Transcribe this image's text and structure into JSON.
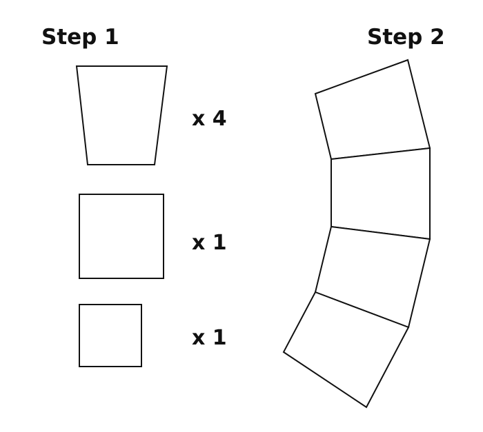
{
  "steps": {
    "step1": {
      "title": "Step 1",
      "items": [
        {
          "shape": "trapezoid",
          "quantity_label": "x 4"
        },
        {
          "shape": "large-square",
          "quantity_label": "x 1"
        },
        {
          "shape": "small-square",
          "quantity_label": "x 1"
        }
      ]
    },
    "step2": {
      "title": "Step 2"
    }
  },
  "colors": {
    "stroke": "#111111",
    "background": "#ffffff"
  }
}
